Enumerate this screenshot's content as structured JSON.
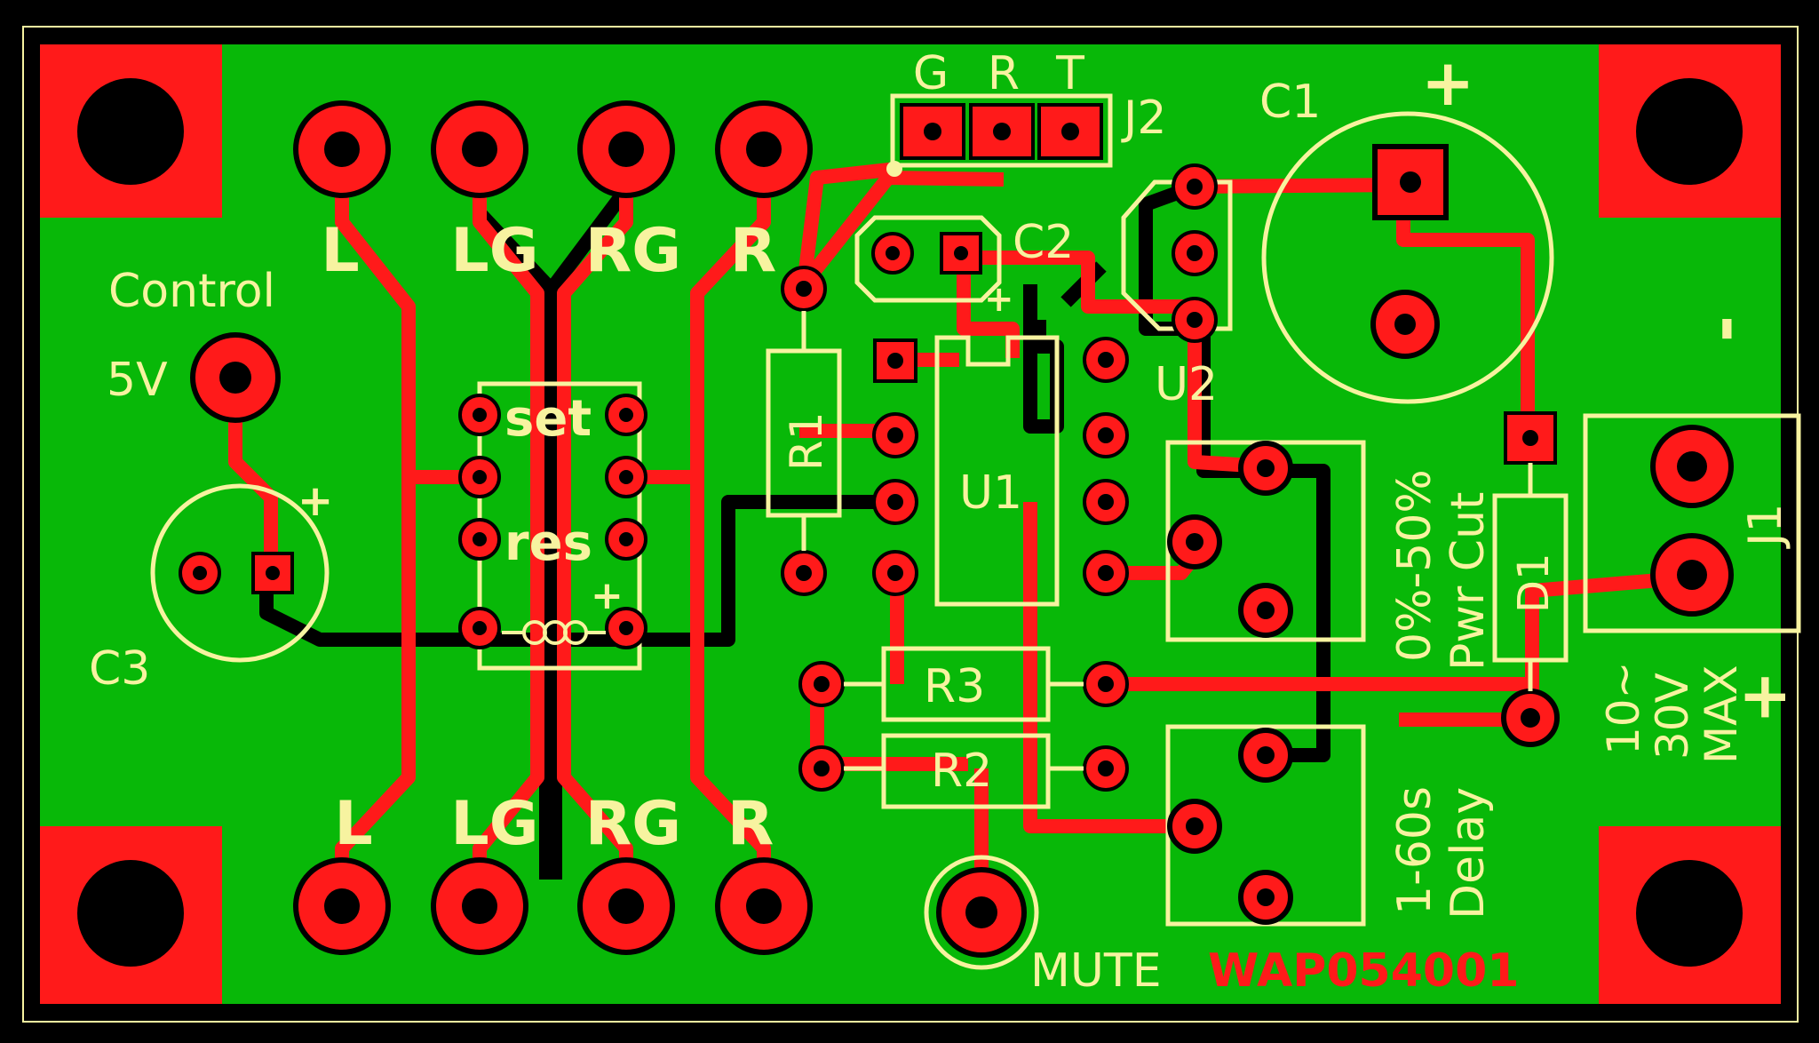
{
  "board": {
    "headers": {
      "top": [
        "L",
        "LG",
        "RG",
        "R"
      ],
      "bottom": [
        "L",
        "LG",
        "RG",
        "R"
      ]
    },
    "connector_j2": {
      "pins": [
        "G",
        "R",
        "T"
      ],
      "ref": "J2"
    },
    "labels": {
      "control": "Control",
      "five_v": "5V",
      "plus": "+",
      "minus": "-",
      "set": "set",
      "res": "res",
      "c1": "C1",
      "c2": "C2",
      "c3": "C3",
      "r1": "R1",
      "r2": "R2",
      "r3": "R3",
      "u1": "U1",
      "u2": "U2",
      "d1": "D1",
      "j1": "J1",
      "pwr_pct": "0%-50%",
      "pwr_cut": "Pwr Cut",
      "delay_range": "1-60s",
      "delay": "Delay",
      "volts_range": "10~",
      "volts_30": "30V",
      "volts_max": "MAX",
      "mute": "MUTE",
      "part_no": "WAP054001"
    },
    "colors": {
      "board": "#08b808",
      "copper": "#ff1a1a",
      "silkscreen": "#f7f3a0",
      "background": "#000000"
    }
  }
}
